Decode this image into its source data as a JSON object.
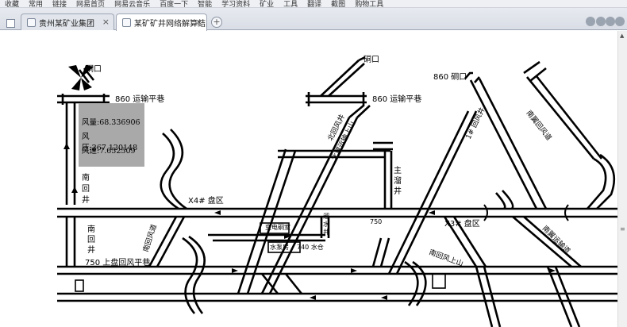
{
  "bookmarks": [
    "收藏",
    "常用",
    "链接",
    "网易首页",
    "网易云音乐",
    "百度一下",
    "智能",
    "学习资料",
    "矿业",
    "工具",
    "翻译",
    "截图",
    "购物工具"
  ],
  "browser": {
    "tabs": [
      {
        "label": "贵州某矿业集团"
      },
      {
        "label": "某矿矿井网络解算结果..."
      }
    ],
    "new_tab": "+",
    "close_glyph": "×"
  },
  "diagram": {
    "fan_outlet_left": "硐口",
    "road_860_left": "860 运输平巷",
    "road_860_right": "860 运输平巷",
    "adit_top_mid": "硐口",
    "adit_860_right": "860 硐口",
    "south_return_shaft_1": [
      "南",
      "回",
      "井"
    ],
    "south_return_shaft_2": [
      "南",
      "回",
      "井"
    ],
    "panel_x4": "X4# 盘区",
    "panel_x3": "X3# 盘区",
    "road_750_return": "750 上盘回风平巷",
    "main_shaft": [
      "主",
      "溜",
      "井"
    ],
    "slip_well": [
      "溜",
      "水",
      "井"
    ],
    "pump_chamber": "水泵房",
    "chamber_740": "740 水仓",
    "substation": "变电硐室",
    "label_750": "750",
    "incline_main": "北翼运输上山",
    "incline_north": "北回风井",
    "incline_south": "南回风上山",
    "incline_left": "南回风道",
    "shaft_1": "1# 回风井",
    "return_south_right": "南翼回风道",
    "return_east": "南翼运输道"
  },
  "tooltip": {
    "flow": "风量:68.336906",
    "pressure": "风压:267.120148",
    "speed": "风速:7.652509"
  }
}
